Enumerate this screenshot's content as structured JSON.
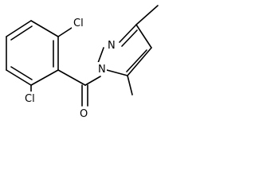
{
  "molecule": {
    "atoms": {
      "cl_top": "Cl",
      "cl_bottom": "Cl",
      "n1": "N",
      "n2": "N",
      "o": "O"
    }
  }
}
